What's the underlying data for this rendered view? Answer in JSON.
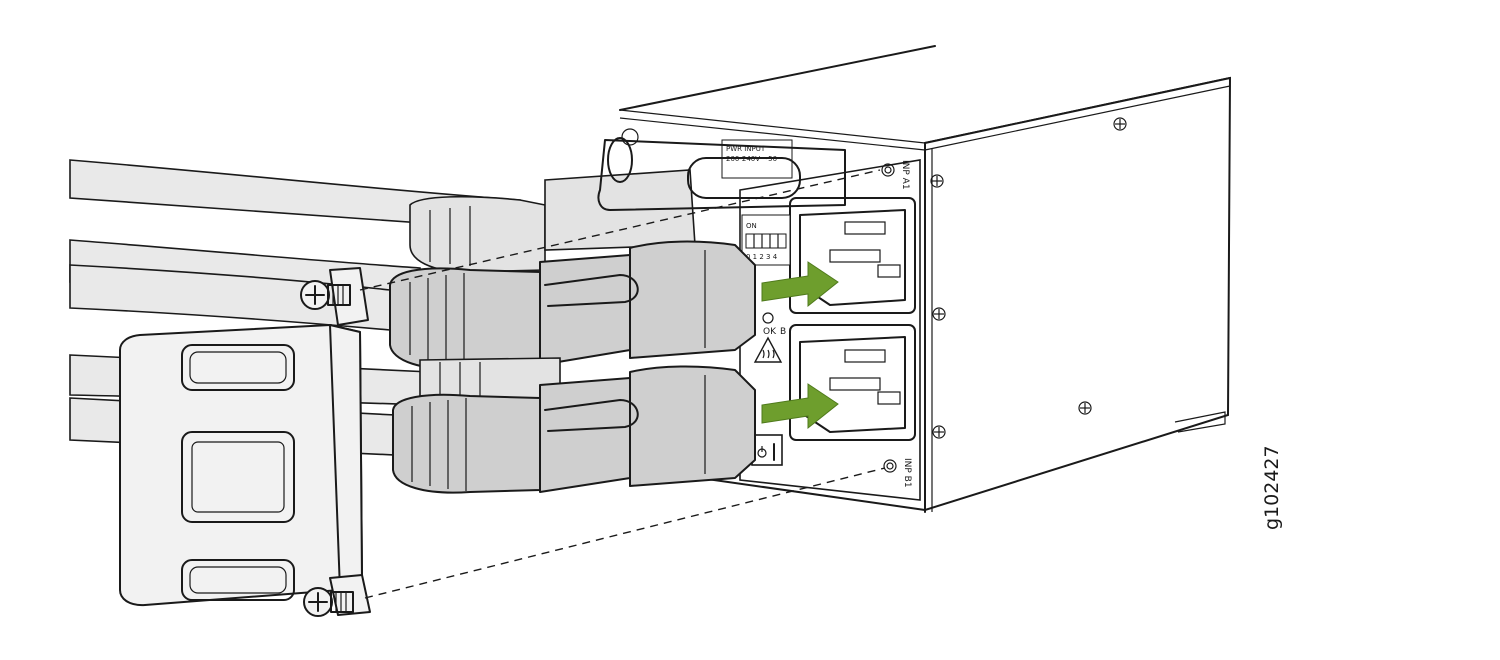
{
  "figure_id": "g102427",
  "labels": {
    "input_a": "INP A1",
    "input_b": "INP B1",
    "power_input_line1": "PWR INPUT",
    "power_input_line2": "200-240V ~50",
    "switch_on": "ON",
    "switch_numbers": "0 1 2 3 4",
    "led_ok": "OK",
    "led_b": "B"
  },
  "colors": {
    "arrow": "#6e9e2d",
    "plug": "#cfcfcf",
    "cable": "#e9e9e9",
    "line": "#1a1a1a"
  },
  "icons": [
    "insert-arrow-icon",
    "screw-icon",
    "hot-surface-warning-icon",
    "power-switch-icon"
  ]
}
